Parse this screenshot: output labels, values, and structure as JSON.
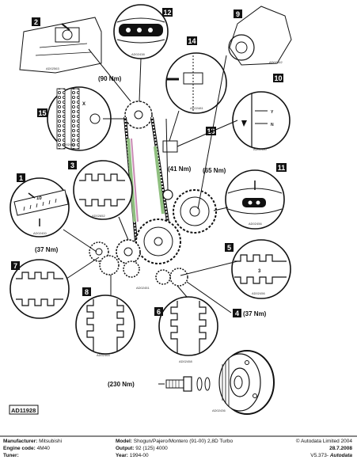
{
  "callouts": {
    "c1": "1",
    "c2": "2",
    "c3": "3",
    "c4": "4",
    "c5": "5",
    "c6": "6",
    "c7": "7",
    "c8": "8",
    "c9": "9",
    "c10": "10",
    "c11": "11",
    "c12": "12",
    "c13": "13",
    "c14": "14",
    "c15": "15"
  },
  "torques": {
    "t90": "(90 Nm)",
    "t41": "(41 Nm)",
    "t65": "(65 Nm)",
    "t37_left": "(37 Nm)",
    "t37_right": "(37 Nm)",
    "t230": "(230 Nm)"
  },
  "small_codes": {
    "d2": "AD02563",
    "d12": "AD02438",
    "d9": "AD02462",
    "d13": "AD22481",
    "d10": "AD02460",
    "d15": "AD02464",
    "d1": "AD02400",
    "d3": "AD02652",
    "d11": "AD02456",
    "d5": "AD02456",
    "d8": "AD02464",
    "d6": "AD02458",
    "d_pulley": "AD02436",
    "d_center": "AD02451"
  },
  "marks": {
    "scale": "10",
    "x_mark": "X",
    "y_mark": "Y",
    "n_mark": "N",
    "three_mark": "3"
  },
  "figure_ref": "AD11928",
  "footer": {
    "manufacturer_label": "Manufacturer:",
    "manufacturer_value": "Mitsubishi",
    "engine_label": "Engine code:",
    "engine_value": "4M40",
    "tuner_label": "Tuner:",
    "model_label": "Model:",
    "model_value": "Shogun/Pajero/Montero (91-00) 2,8D Turbo",
    "output_label": "Output:",
    "output_value": "92 (125) 4000",
    "year_label": "Year:",
    "year_value": "1994-00",
    "copyright": "© Autodata Limited 2004",
    "date": "28.7.2008",
    "version": "V5.373-",
    "brand": "Autodata"
  },
  "colors": {
    "ink": "#111111",
    "belt_green": "#8fbf7f",
    "belt_pink": "#c98ab4"
  }
}
